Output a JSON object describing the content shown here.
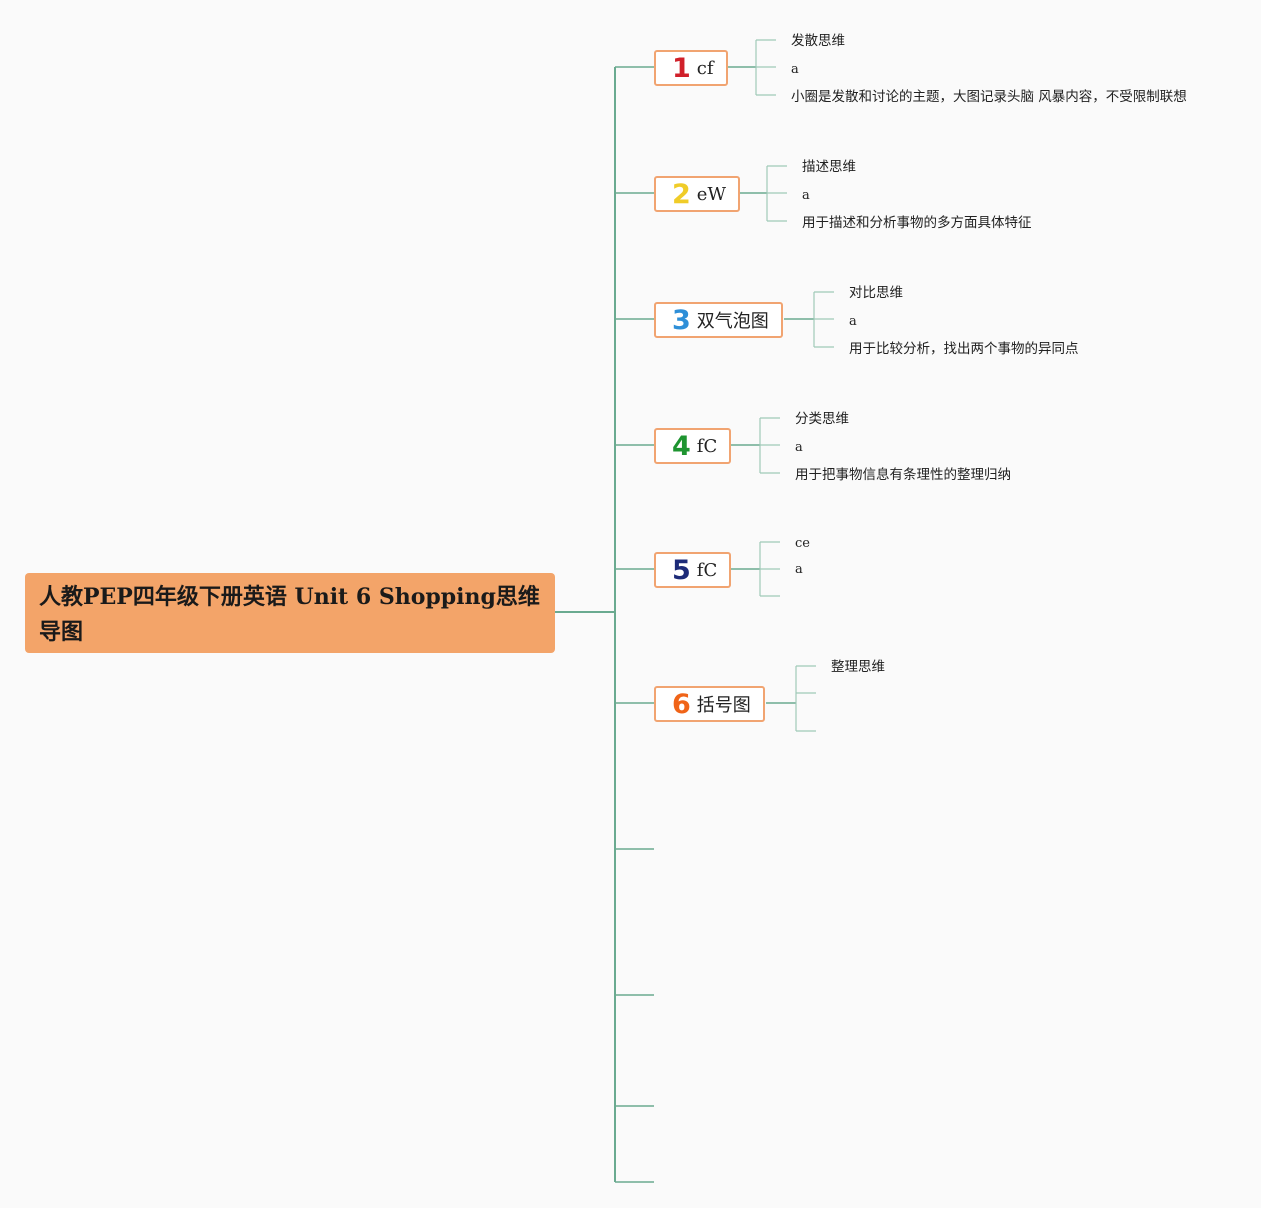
{
  "colors": {
    "connector": "#6aaa90",
    "root_bg": "#f3a469",
    "node_border": "#f1a471",
    "background": "#fafafa"
  },
  "root": {
    "title": "人教PEP四年级下册英语 Unit 6 Shopping思维导图"
  },
  "branches": [
    {
      "num": "1",
      "num_color": "#d0202a",
      "label": "cf",
      "leaves": [
        "发散思维",
        "a",
        "小圈是发散和讨论的主题，大图记录头脑 风暴内容，不受限制联想"
      ]
    },
    {
      "num": "2",
      "num_color": "#f0cc28",
      "label": "eW",
      "leaves": [
        "描述思维",
        "a",
        "用于描述和分析事物的多方面具体特征"
      ]
    },
    {
      "num": "3",
      "num_color": "#2e8fd8",
      "label": "双气泡图",
      "leaves": [
        "对比思维",
        "a",
        "用于比较分析，找出两个事物的异同点"
      ]
    },
    {
      "num": "4",
      "num_color": "#1e9430",
      "label": "fC",
      "leaves": [
        "分类思维",
        "a",
        "用于把事物信息有条理性的整理归纳"
      ]
    },
    {
      "num": "5",
      "num_color": "#1c2a78",
      "label": "fC",
      "leaves": [
        "ce",
        "a",
        ""
      ]
    },
    {
      "num": "6",
      "num_color": "#f06418",
      "label": "括号图",
      "leaves": [
        "整理思维",
        "",
        ""
      ]
    }
  ]
}
